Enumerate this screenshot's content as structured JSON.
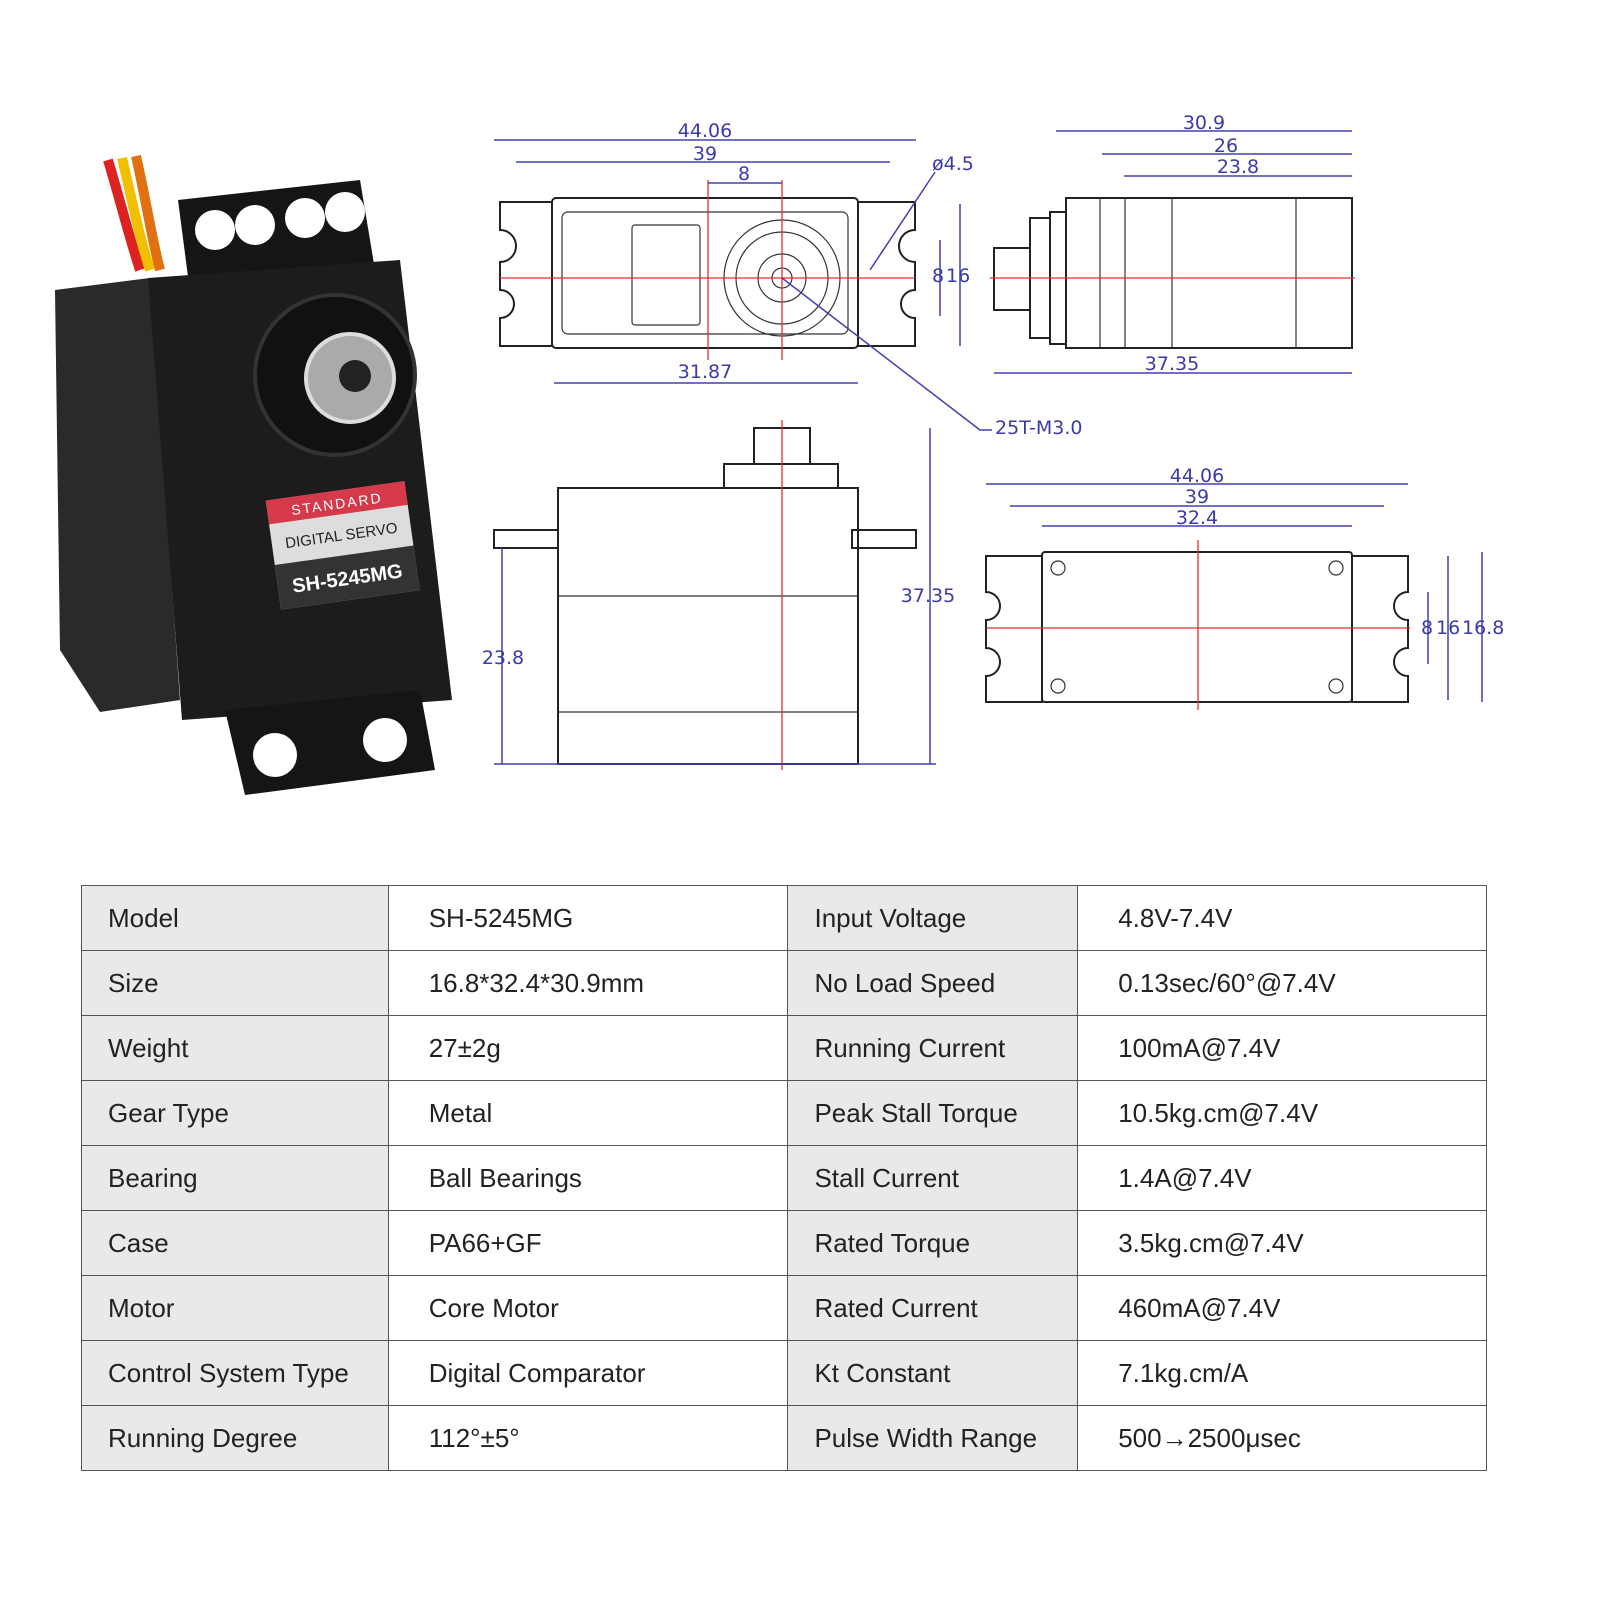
{
  "product_photo": {
    "label_top": "STANDARD",
    "label_mid": "DIGITAL SERVO",
    "label_model": "SH-5245MG"
  },
  "drawings": {
    "top_view": {
      "overall": "44.06",
      "hole_pitch": "39",
      "spline_offset": "8",
      "hole_dia": "ø4.5",
      "hole_spacing": "8",
      "height": "16",
      "body_length": "31.87",
      "spline": "25T-M3.0"
    },
    "side_view": {
      "width": "30.9",
      "w2": "26",
      "w3": "23.8",
      "length": "37.35"
    },
    "front_view": {
      "total_height": "37.35",
      "tab_height": "23.8"
    },
    "bottom_view": {
      "overall": "44.06",
      "hole_pitch": "39",
      "body": "32.4",
      "hole_spacing": "8",
      "h1": "16",
      "h2": "16.8"
    }
  },
  "specs": [
    {
      "label": "Model",
      "value": "SH-5245MG",
      "label2": "Input Voltage",
      "value2": "4.8V-7.4V"
    },
    {
      "label": "Size",
      "value": "16.8*32.4*30.9mm",
      "label2": "No Load Speed",
      "value2": "0.13sec/60°@7.4V"
    },
    {
      "label": "Weight",
      "value": "27±2g",
      "label2": "Running Current",
      "value2": "100mA@7.4V"
    },
    {
      "label": "Gear Type",
      "value": "Metal",
      "label2": "Peak Stall Torque",
      "value2": "10.5kg.cm@7.4V"
    },
    {
      "label": "Bearing",
      "value": "Ball Bearings",
      "label2": "Stall Current",
      "value2": "1.4A@7.4V"
    },
    {
      "label": "Case",
      "value": "PA66+GF",
      "label2": "Rated Torque",
      "value2": "3.5kg.cm@7.4V"
    },
    {
      "label": "Motor",
      "value": "Core Motor",
      "label2": "Rated Current",
      "value2": "460mA@7.4V"
    },
    {
      "label": "Control System Type",
      "value": "Digital Comparator",
      "label2": "Kt Constant",
      "value2": "7.1kg.cm/A"
    },
    {
      "label": "Running Degree",
      "value": "112°±5°",
      "label2": "Pulse Width Range",
      "value2": "500→2500μsec"
    }
  ]
}
